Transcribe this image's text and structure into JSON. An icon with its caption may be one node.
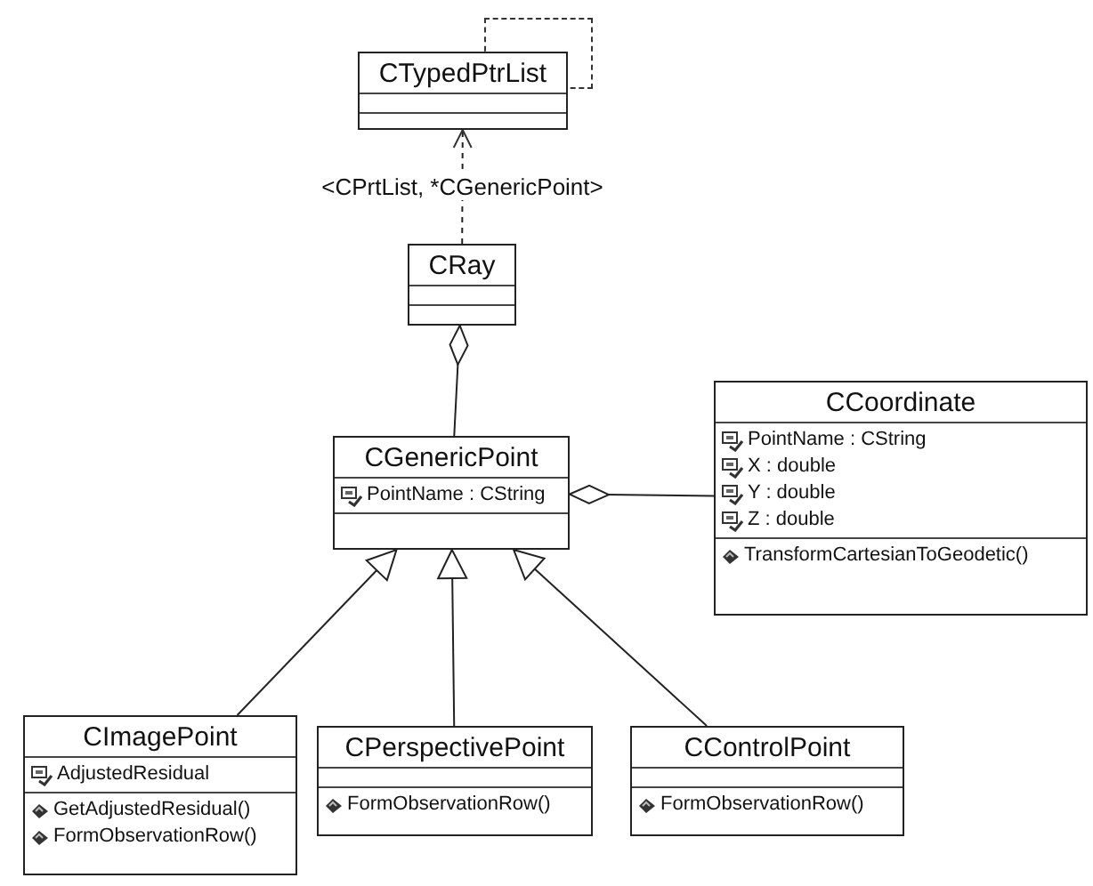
{
  "diagram": {
    "nodes": [
      {
        "text": [
          "CTypedPtrList"
        ]
      },
      {
        "text": [
          "CRay"
        ]
      },
      {
        "text": [
          "CGenericPoint",
          "PointName : CString"
        ]
      },
      {
        "text": [
          "CCoordinate",
          "PointName : CString",
          "X : double",
          "Y : double",
          "Z : double",
          "TransformCartesianToGeodetic()"
        ]
      },
      {
        "text": [
          "CImagePoint",
          "AdjustedResidual",
          "GetAdjustedResidual()",
          "FormObservationRow()"
        ]
      },
      {
        "text": [
          "CPerspectivePoint",
          "FormObservationRow()"
        ]
      },
      {
        "text": [
          "CControlPoint",
          "FormObservationRow()"
        ]
      }
    ],
    "edges": [
      {
        "from": 1,
        "to": 0,
        "arrow": "to",
        "style": "dashed",
        "label": "<CPrtList, *CGenericPoint>"
      },
      {
        "from": 2,
        "to": 1,
        "arrow": "other"
      },
      {
        "from": 3,
        "to": 2,
        "arrow": "other"
      },
      {
        "from": 4,
        "to": 2,
        "arrow": "to"
      },
      {
        "from": 5,
        "to": 2,
        "arrow": "to"
      },
      {
        "from": 6,
        "to": 2,
        "arrow": "to"
      }
    ]
  }
}
